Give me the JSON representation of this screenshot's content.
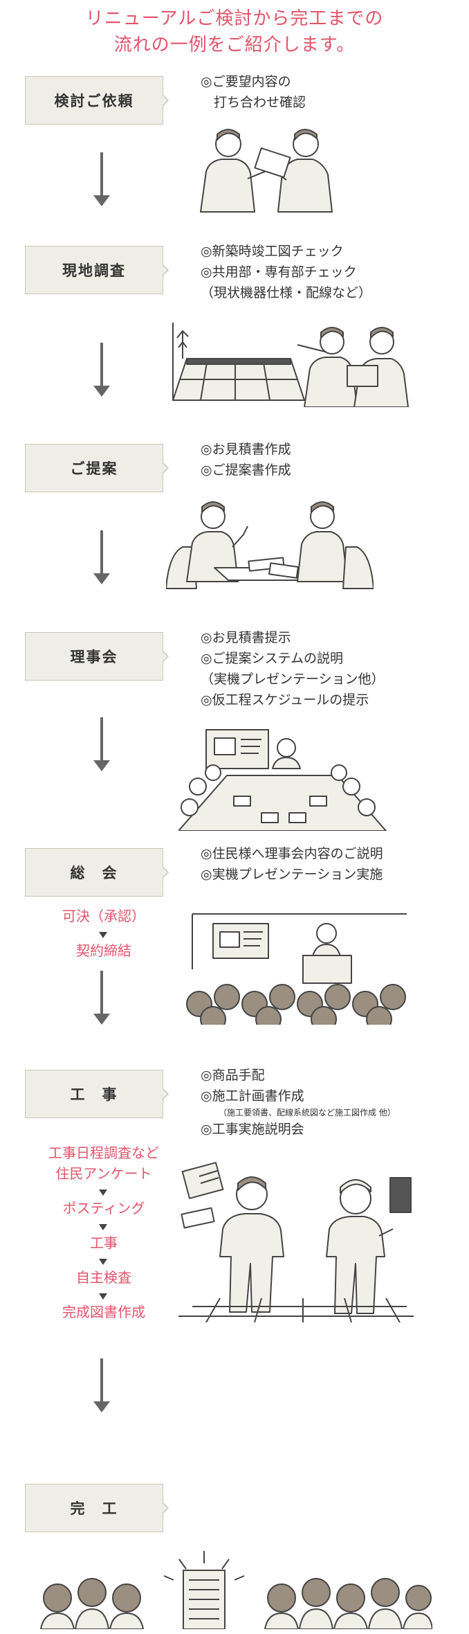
{
  "header": {
    "line1": "リニューアルご検討から完工までの",
    "line2": "流れの一例をご紹介します。"
  },
  "steps": [
    {
      "label": "検討ご依頼",
      "notes": [
        "◎ご要望内容の",
        "　打ち合わせ確認"
      ]
    },
    {
      "label": "現地調査",
      "notes": [
        "◎新築時竣工図チェック",
        "◎共用部・専有部チェック",
        "（現状機器仕様・配線など）"
      ]
    },
    {
      "label": "ご提案",
      "notes": [
        "◎お見積書作成",
        "◎ご提案書作成"
      ]
    },
    {
      "label": "理事会",
      "notes": [
        "◎お見積書提示",
        "◎ご提案システムの説明",
        "（実機プレゼンテーション他）",
        "◎仮工程スケジュールの提示"
      ]
    },
    {
      "label": "総　会",
      "notes": [
        "◎住民様へ理事会内容のご説明",
        "◎実機プレゼンテーション実施"
      ]
    },
    {
      "label": "工　事",
      "notes": [
        "◎商品手配",
        "◎施工計画書作成",
        "（施工要領書、配線系統図など施工図作成 他）",
        "◎工事実施説明会"
      ]
    },
    {
      "label": "完　工"
    }
  ],
  "sokai_flow": [
    "可決（承認）",
    "契約締結"
  ],
  "koji_flow": [
    "工事日程調査など",
    "住民アンケート",
    "ポスティング",
    "工事",
    "自主検査",
    "完成図書作成"
  ],
  "colors": {
    "accent": "#e2546a",
    "step_box": "#efeee6",
    "arrow": "#666666"
  }
}
